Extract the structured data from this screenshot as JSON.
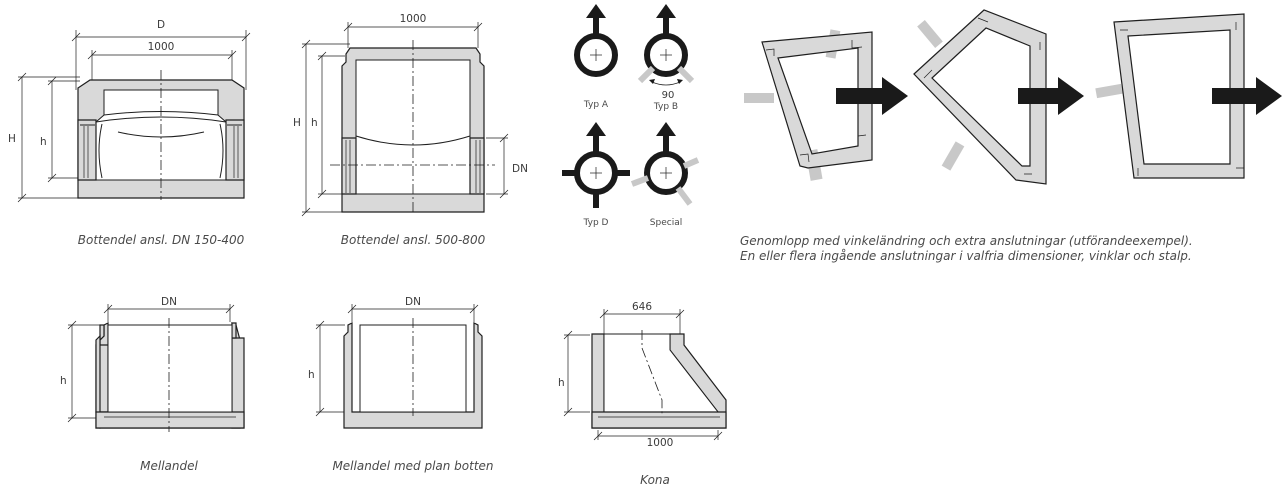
{
  "drawings": {
    "bottendel_small": {
      "caption": "Bottendel ansl. DN 150-400",
      "dim_D": "D",
      "dim_1000": "1000",
      "dim_H": "H",
      "dim_h": "h"
    },
    "bottendel_large": {
      "caption": "Bottendel ansl. 500-800",
      "dim_1000": "1000",
      "dim_H": "H",
      "dim_h": "h",
      "dim_DN": "DN"
    },
    "types": {
      "typ_a": "Typ A",
      "typ_b": "Typ B",
      "typ_b_angle": "90",
      "typ_d": "Typ D",
      "special": "Special"
    },
    "genomlopp": {
      "caption_line1": "Genomlopp med vinkeländring och extra anslutningar (utförandeexempel).",
      "caption_line2": "En eller flera ingående anslutningar i valfria dimensioner, vinklar och stalp."
    },
    "mellandel": {
      "caption": "Mellandel",
      "dim_DN": "DN",
      "dim_h": "h"
    },
    "mellandel_plan": {
      "caption": "Mellandel med plan botten",
      "dim_DN": "DN",
      "dim_h": "h"
    },
    "kona": {
      "caption": "Kona",
      "dim_646": "646",
      "dim_1000": "1000",
      "dim_h": "h"
    }
  },
  "colors": {
    "concrete_fill": "#d9d9d9",
    "line": "#1f1f1f",
    "arrow": "#1a1a1a",
    "connection_gray": "#c8c8c8"
  }
}
